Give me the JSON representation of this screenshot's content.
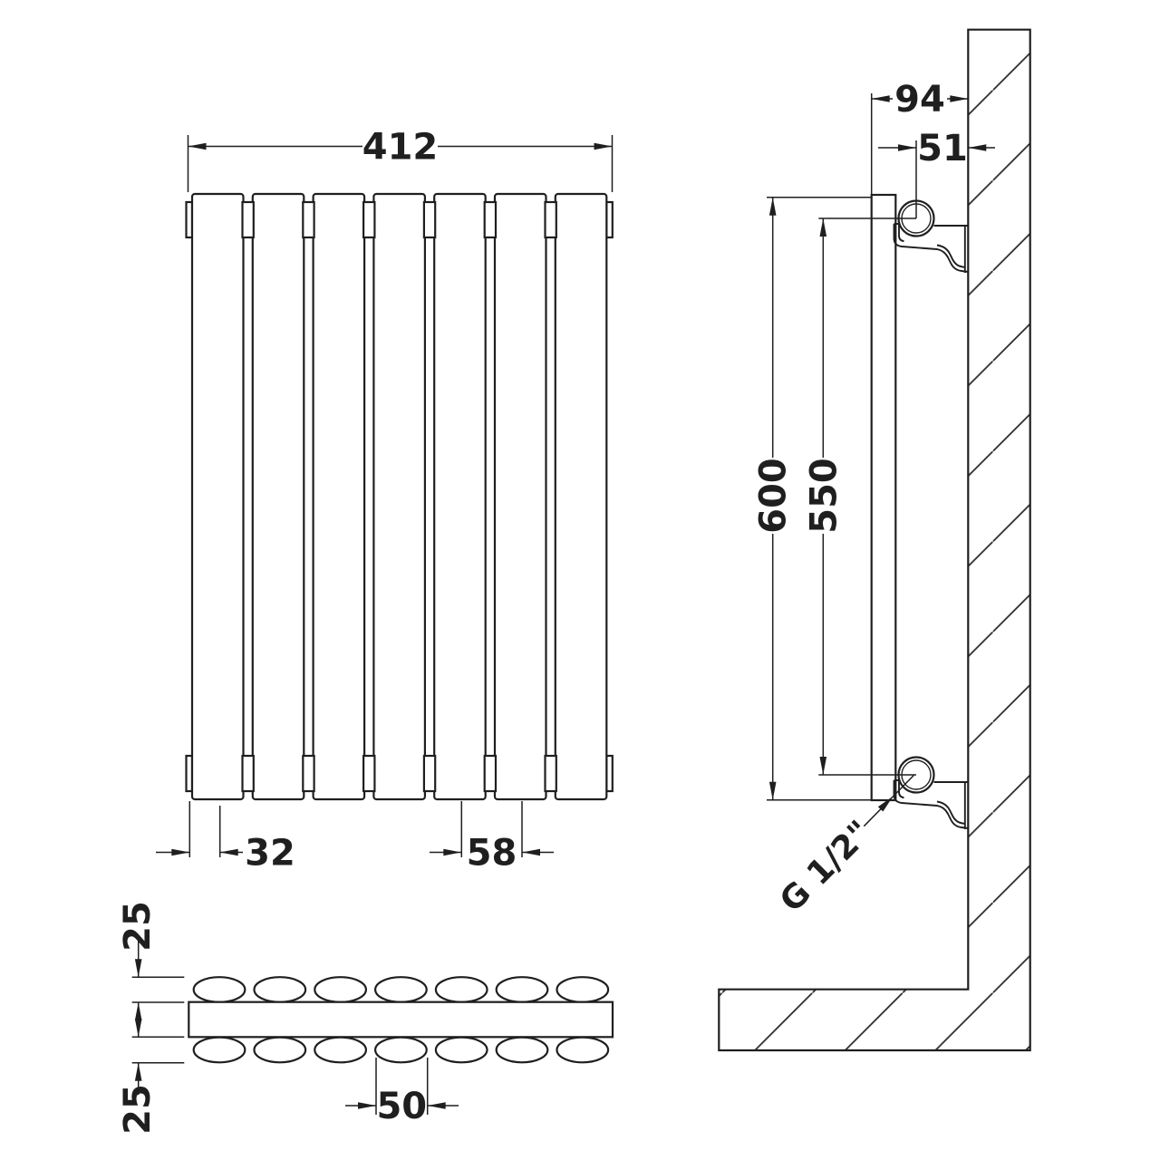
{
  "front_view": {
    "overall_width_label": "412",
    "edge_to_first_section_label": "32",
    "section_pitch_label": "58",
    "panel_count": 7
  },
  "side_view": {
    "overall_depth_label": "94",
    "pipe_centre_to_wall_label": "51",
    "overall_height_label": "600",
    "pipe_centres_label": "550",
    "connection_thread_label": "G 1/2\""
  },
  "plan_view": {
    "front_section_depth_label": "25",
    "rear_section_depth_label": "25",
    "section_width_label": "50",
    "sections_per_row": 7
  },
  "colors": {
    "line": "#1f1f1f",
    "background": "#ffffff"
  }
}
